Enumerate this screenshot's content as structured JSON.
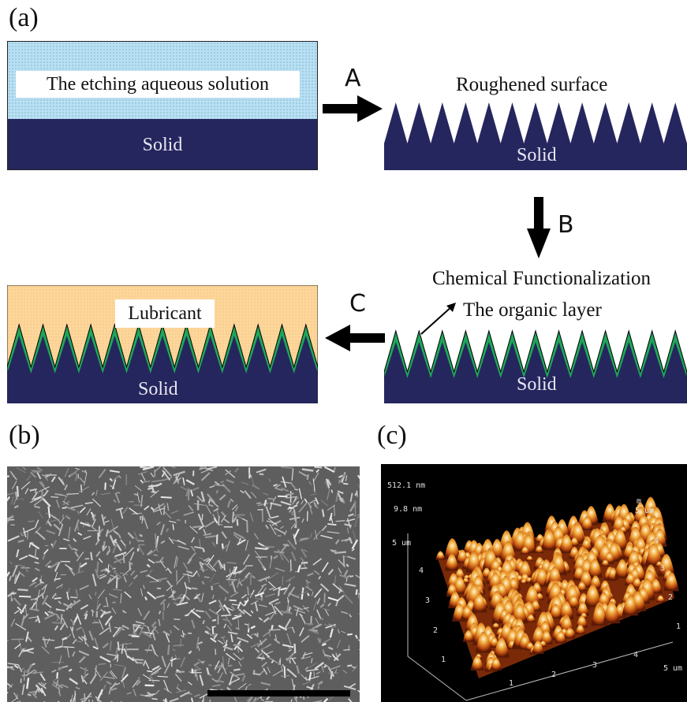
{
  "panels": {
    "a": {
      "label": "(a)"
    },
    "b": {
      "label": "(b)"
    },
    "c": {
      "label": "(c)"
    }
  },
  "diagram": {
    "etching_solution_label": "The etching aqueous solution",
    "solid_label": "Solid",
    "roughened_surface_label": "Roughened surface",
    "chemical_functionalization_label": "Chemical Functionalization",
    "organic_layer_label": "The organic layer",
    "lubricant_label": "Lubricant",
    "step_a": "A",
    "step_b": "B",
    "step_c": "C"
  },
  "colors": {
    "solid": "#26265e",
    "solution": "#b9dff2",
    "lubricant": "#fdd69a",
    "organic_layer": "#1fa65a"
  },
  "afm": {
    "height_max": "512.1 nm",
    "height_min": "9.8 nm",
    "y_axis_top": "5 um",
    "x_axis_end": "5 um",
    "right_axis_top": "5 um",
    "right_axis_top_unit": "m",
    "left_ticks": [
      "4",
      "3",
      "2",
      "1"
    ],
    "bottom_ticks": [
      "1",
      "2",
      "3",
      "4"
    ],
    "right_ticks": [
      "4",
      "3",
      "2",
      "1"
    ]
  }
}
